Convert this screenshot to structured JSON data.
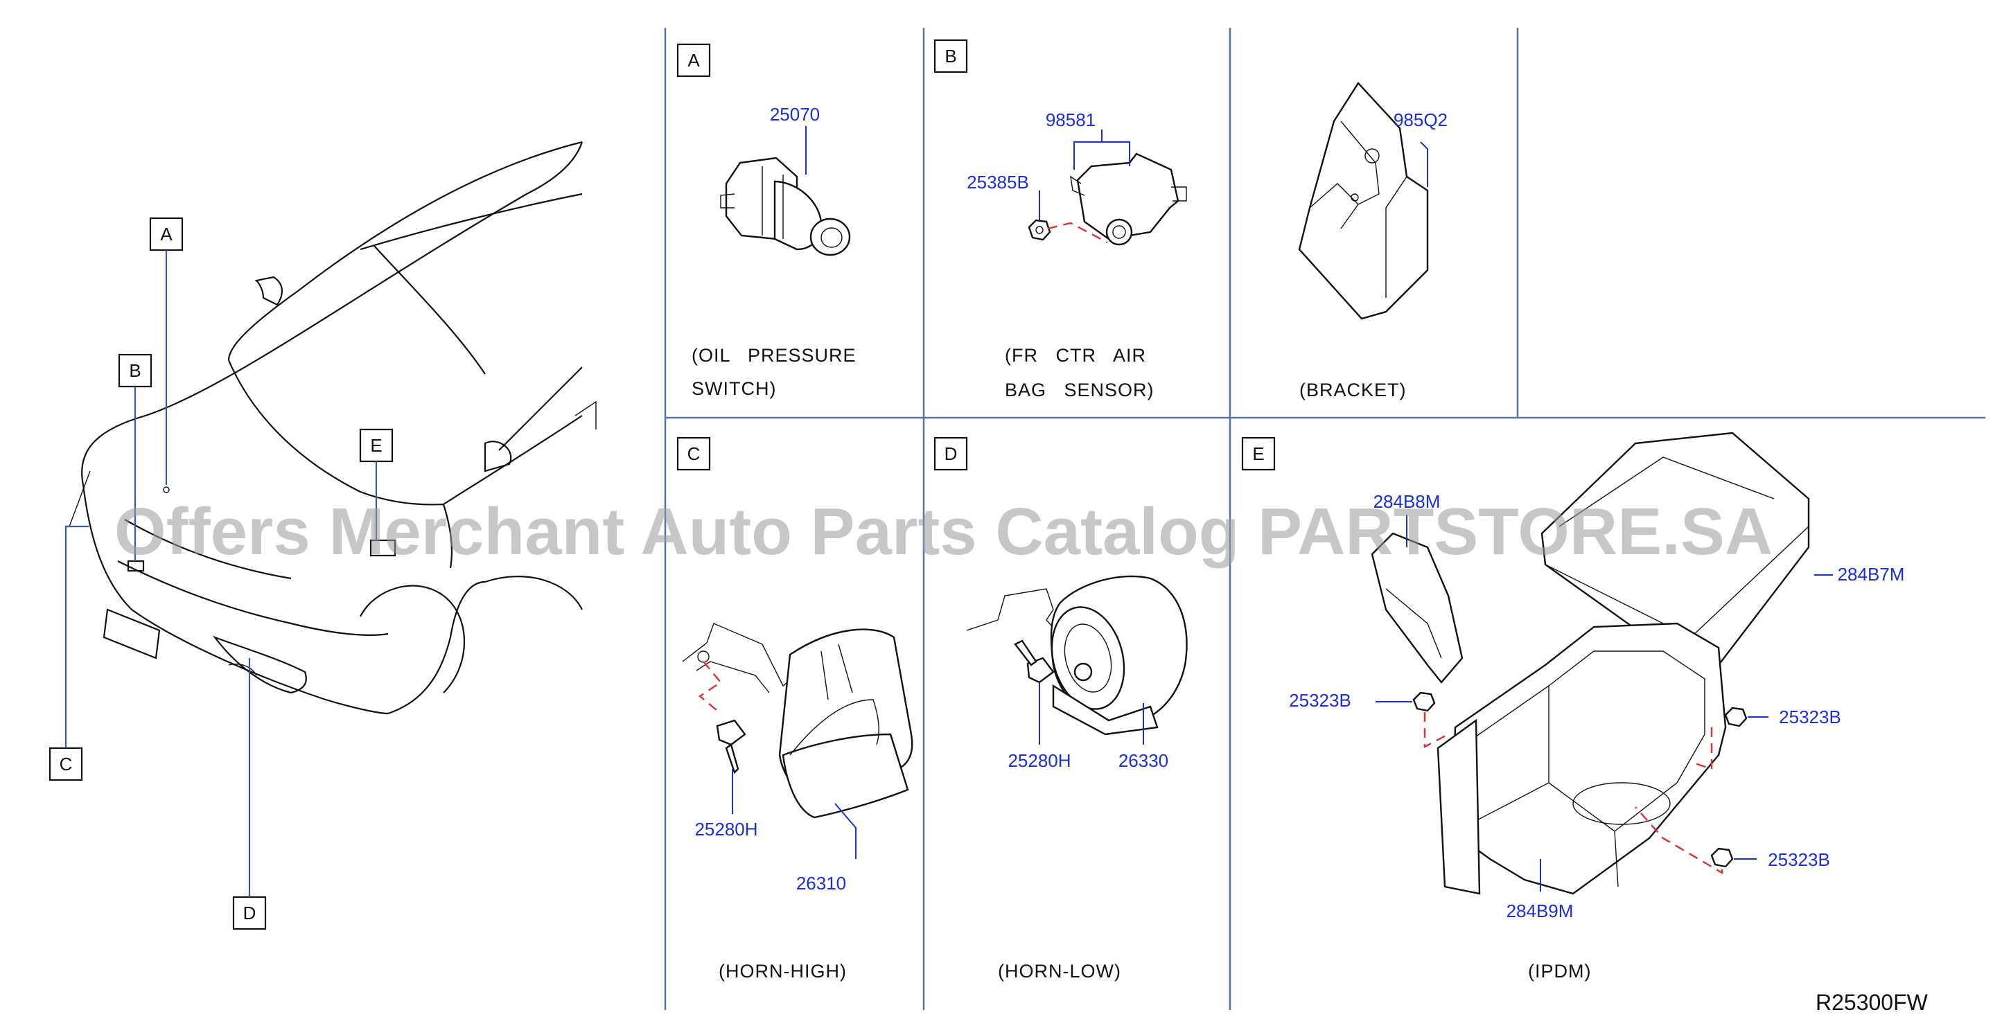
{
  "diagram_code": "R25300FW",
  "watermark": "Offers Merchant Auto Parts Catalog PARTSTORE.SA",
  "overview": {
    "callouts": [
      "A",
      "B",
      "C",
      "D",
      "E"
    ]
  },
  "panels": {
    "a": {
      "letter": "A",
      "parts": [
        "25070"
      ],
      "caption": [
        "(OIL   PRESSURE",
        "SWITCH)"
      ]
    },
    "b": {
      "letter": "B",
      "parts": [
        "98581",
        "25385B"
      ],
      "caption": [
        "(FR   CTR   AIR",
        "BAG   SENSOR)"
      ]
    },
    "bracket": {
      "parts": [
        "985Q2"
      ],
      "caption": [
        "(BRACKET)"
      ]
    },
    "c": {
      "letter": "C",
      "parts": [
        "25280H",
        "26310"
      ],
      "caption": [
        "(HORN-HIGH)"
      ]
    },
    "d": {
      "letter": "D",
      "parts": [
        "25280H",
        "26330"
      ],
      "caption": [
        "(HORN-LOW)"
      ]
    },
    "e": {
      "letter": "E",
      "parts": [
        "284B8M",
        "284B7M",
        "25323B",
        "25323B",
        "25323B",
        "284B9M"
      ],
      "caption": [
        "(IPDM)"
      ]
    }
  }
}
